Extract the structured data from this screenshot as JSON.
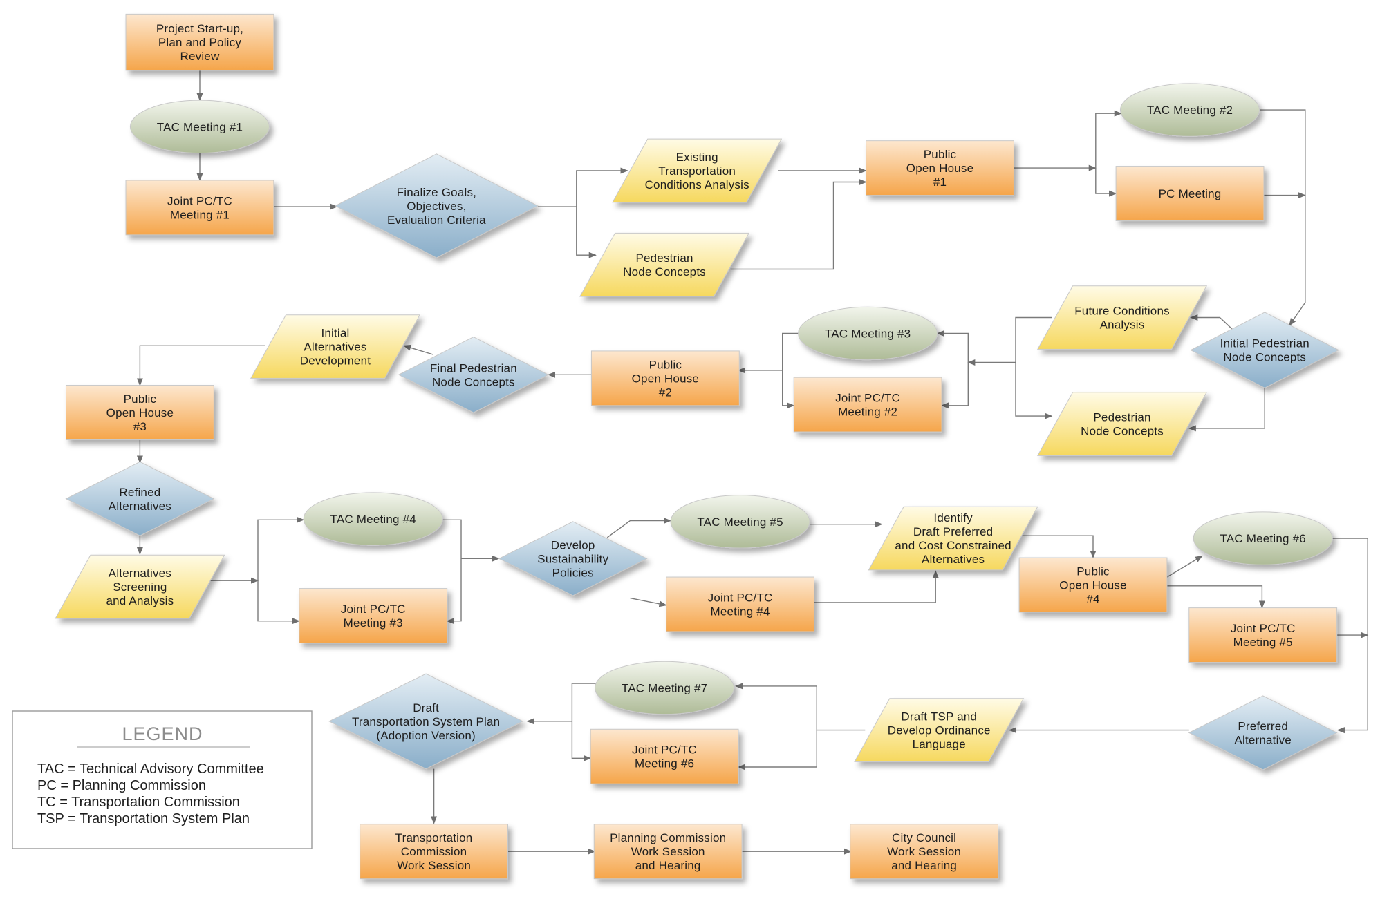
{
  "nodes": {
    "n1": {
      "shape": "rect",
      "lines": [
        "Project Start-up,",
        "Plan and Policy",
        "Review"
      ]
    },
    "n2": {
      "shape": "ellipse",
      "lines": [
        "TAC Meeting #1"
      ]
    },
    "n3": {
      "shape": "rect",
      "lines": [
        "Joint PC/TC",
        "Meeting #1"
      ]
    },
    "n4": {
      "shape": "diamond",
      "lines": [
        "Finalize Goals,",
        "Objectives,",
        "Evaluation Criteria"
      ]
    },
    "n5": {
      "shape": "para",
      "lines": [
        "Existing",
        "Transportation",
        "Conditions Analysis"
      ]
    },
    "n6": {
      "shape": "para",
      "lines": [
        "Pedestrian",
        "Node Concepts"
      ]
    },
    "n7": {
      "shape": "rect",
      "lines": [
        "Public",
        "Open House",
        "#1"
      ]
    },
    "n8": {
      "shape": "ellipse",
      "lines": [
        "TAC Meeting #2"
      ]
    },
    "n9": {
      "shape": "rect",
      "lines": [
        "PC Meeting"
      ]
    },
    "n10": {
      "shape": "diamond",
      "lines": [
        "Initial Pedestrian",
        "Node Concepts"
      ]
    },
    "n11": {
      "shape": "para",
      "lines": [
        "Future Conditions",
        "Analysis"
      ]
    },
    "n12": {
      "shape": "para",
      "lines": [
        "Pedestrian",
        "Node Concepts"
      ]
    },
    "n13": {
      "shape": "ellipse",
      "lines": [
        "TAC Meeting #3"
      ]
    },
    "n14": {
      "shape": "rect",
      "lines": [
        "Joint PC/TC",
        "Meeting #2"
      ]
    },
    "n15": {
      "shape": "rect",
      "lines": [
        "Public",
        "Open House",
        "#2"
      ]
    },
    "n16": {
      "shape": "diamond",
      "lines": [
        "Final Pedestrian",
        "Node Concepts"
      ]
    },
    "n17": {
      "shape": "para",
      "lines": [
        "Initial",
        "Alternatives",
        "Development"
      ]
    },
    "n18": {
      "shape": "rect",
      "lines": [
        "Public",
        "Open House",
        "#3"
      ]
    },
    "n19": {
      "shape": "diamond",
      "lines": [
        "Refined",
        "Alternatives"
      ]
    },
    "n20": {
      "shape": "para",
      "lines": [
        "Alternatives",
        "Screening",
        "and Analysis"
      ]
    },
    "n21": {
      "shape": "ellipse",
      "lines": [
        "TAC Meeting #4"
      ]
    },
    "n22": {
      "shape": "rect",
      "lines": [
        "Joint PC/TC",
        "Meeting #3"
      ]
    },
    "n23": {
      "shape": "diamond",
      "lines": [
        "Develop",
        "Sustainability",
        "Policies"
      ]
    },
    "n24": {
      "shape": "ellipse",
      "lines": [
        "TAC Meeting #5"
      ]
    },
    "n25": {
      "shape": "rect",
      "lines": [
        "Joint PC/TC",
        "Meeting #4"
      ]
    },
    "n26": {
      "shape": "para",
      "lines": [
        "Identify",
        "Draft Preferred",
        "and Cost Constrained",
        "Alternatives"
      ]
    },
    "n27": {
      "shape": "rect",
      "lines": [
        "Public",
        "Open House",
        "#4"
      ]
    },
    "n28": {
      "shape": "ellipse",
      "lines": [
        "TAC Meeting #6"
      ]
    },
    "n29": {
      "shape": "rect",
      "lines": [
        "Joint PC/TC",
        "Meeting #5"
      ]
    },
    "n30": {
      "shape": "diamond",
      "lines": [
        "Preferred",
        "Alternative"
      ]
    },
    "n31": {
      "shape": "para",
      "lines": [
        "Draft TSP and",
        "Develop Ordinance",
        "Language"
      ]
    },
    "n32": {
      "shape": "ellipse",
      "lines": [
        "TAC Meeting #7"
      ]
    },
    "n33": {
      "shape": "rect",
      "lines": [
        "Joint PC/TC",
        "Meeting #6"
      ]
    },
    "n34": {
      "shape": "diamond",
      "lines": [
        "Draft",
        "Transportation System Plan",
        "(Adoption Version)"
      ]
    },
    "n35": {
      "shape": "rect",
      "lines": [
        "Transportation",
        "Commission",
        "Work Session"
      ]
    },
    "n36": {
      "shape": "rect",
      "lines": [
        "Planning Commission",
        "Work Session",
        "and Hearing"
      ]
    },
    "n37": {
      "shape": "rect",
      "lines": [
        "City Council",
        "Work Session",
        "and Hearing"
      ]
    }
  },
  "legend": {
    "title": "LEGEND",
    "lines": [
      "TAC = Technical Advisory Committee",
      "PC = Planning Commission",
      "TC = Transportation Commission",
      "TSP = Transportation System Plan"
    ]
  },
  "colors": {
    "rect_top": "#fde7cf",
    "rect_bottom": "#f5a54a",
    "para_top": "#fffbe6",
    "para_bottom": "#f6d85e",
    "ellipse_top": "#f2f5ec",
    "ellipse_bottom": "#aebb97",
    "diamond_top": "#e3edf4",
    "diamond_bottom": "#8aaec9",
    "connector": "#7a7a7a"
  }
}
